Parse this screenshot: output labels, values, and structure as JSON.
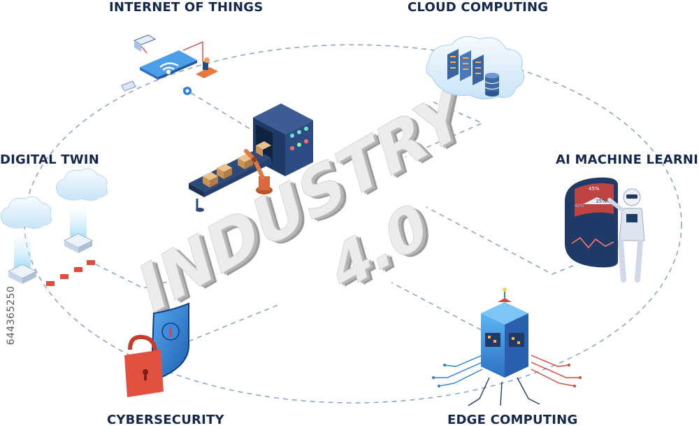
{
  "title_word": "INDUSTRY",
  "title_version": "4.0",
  "nodes": {
    "iot": "INTERNET OF THINGS",
    "cloud": "CLOUD COMPUTING",
    "digital_twin": "DIGITAL TWIN",
    "ai": "AI MACHINE LEARNING",
    "cybersecurity": "CYBERSECURITY",
    "edge": "EDGE COMPUTING"
  },
  "stock_id": "644365250",
  "gauge_readouts": [
    "45%",
    "35%",
    "42%"
  ],
  "colors": {
    "label_text": "#14284d",
    "connector": "#8da6c4",
    "title_face": "#ececec",
    "title_side": "#9a9a9a",
    "accent_blue": "#2f7fd3",
    "accent_red": "#d9473a"
  }
}
